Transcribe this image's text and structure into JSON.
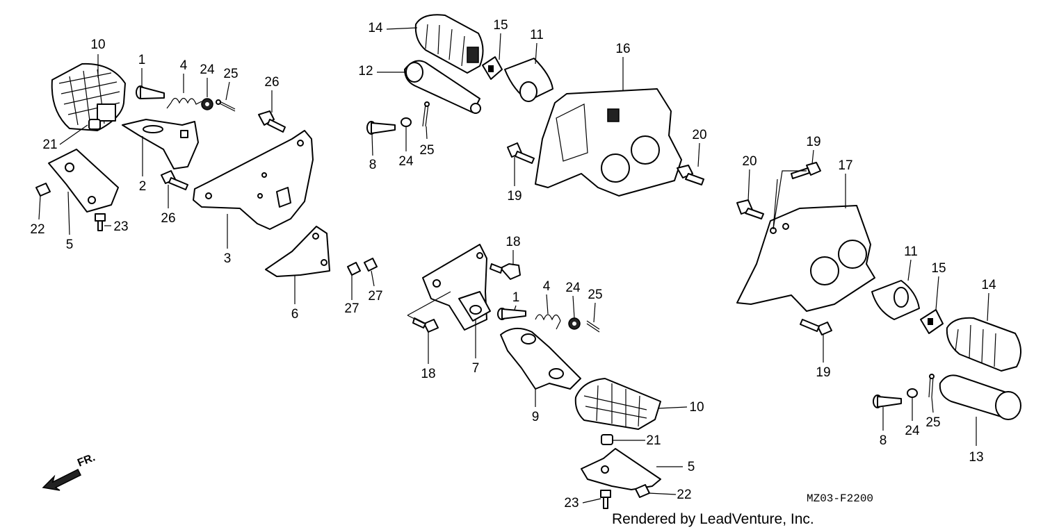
{
  "callouts": [
    {
      "id": "c10a",
      "text": "10"
    },
    {
      "id": "c1a",
      "text": "1"
    },
    {
      "id": "c4a",
      "text": "4"
    },
    {
      "id": "c24a",
      "text": "24"
    },
    {
      "id": "c25a",
      "text": "25"
    },
    {
      "id": "c26a",
      "text": "26"
    },
    {
      "id": "c21a",
      "text": "21"
    },
    {
      "id": "c2",
      "text": "2"
    },
    {
      "id": "c26b",
      "text": "26"
    },
    {
      "id": "c22a",
      "text": "22"
    },
    {
      "id": "c5a",
      "text": "5"
    },
    {
      "id": "c23a",
      "text": "23"
    },
    {
      "id": "c3",
      "text": "3"
    },
    {
      "id": "c6",
      "text": "6"
    },
    {
      "id": "c27a",
      "text": "27"
    },
    {
      "id": "c27b",
      "text": "27"
    },
    {
      "id": "c14a",
      "text": "14"
    },
    {
      "id": "c15a",
      "text": "15"
    },
    {
      "id": "c11a",
      "text": "11"
    },
    {
      "id": "c16",
      "text": "16"
    },
    {
      "id": "c12",
      "text": "12"
    },
    {
      "id": "c8a",
      "text": "8"
    },
    {
      "id": "c24b",
      "text": "24"
    },
    {
      "id": "c25b",
      "text": "25"
    },
    {
      "id": "c19a",
      "text": "19"
    },
    {
      "id": "c20a",
      "text": "20"
    },
    {
      "id": "c18a",
      "text": "18"
    },
    {
      "id": "c4b",
      "text": "4"
    },
    {
      "id": "c24c",
      "text": "24"
    },
    {
      "id": "c25c",
      "text": "25"
    },
    {
      "id": "c1b",
      "text": "1"
    },
    {
      "id": "c18b",
      "text": "18"
    },
    {
      "id": "c7",
      "text": "7"
    },
    {
      "id": "c9",
      "text": "9"
    },
    {
      "id": "c10b",
      "text": "10"
    },
    {
      "id": "c21b",
      "text": "21"
    },
    {
      "id": "c5b",
      "text": "5"
    },
    {
      "id": "c23b",
      "text": "23"
    },
    {
      "id": "c22b",
      "text": "22"
    },
    {
      "id": "c20b",
      "text": "20"
    },
    {
      "id": "c19b",
      "text": "19"
    },
    {
      "id": "c17",
      "text": "17"
    },
    {
      "id": "c11b",
      "text": "11"
    },
    {
      "id": "c15b",
      "text": "15"
    },
    {
      "id": "c14b",
      "text": "14"
    },
    {
      "id": "c19c",
      "text": "19"
    },
    {
      "id": "c8b",
      "text": "8"
    },
    {
      "id": "c24d",
      "text": "24"
    },
    {
      "id": "c25d",
      "text": "25"
    },
    {
      "id": "c13",
      "text": "13"
    }
  ],
  "diagram_code": "MZ03-F2200",
  "credit": "Rendered by LeadVenture, Inc.",
  "direction_label": "FR."
}
